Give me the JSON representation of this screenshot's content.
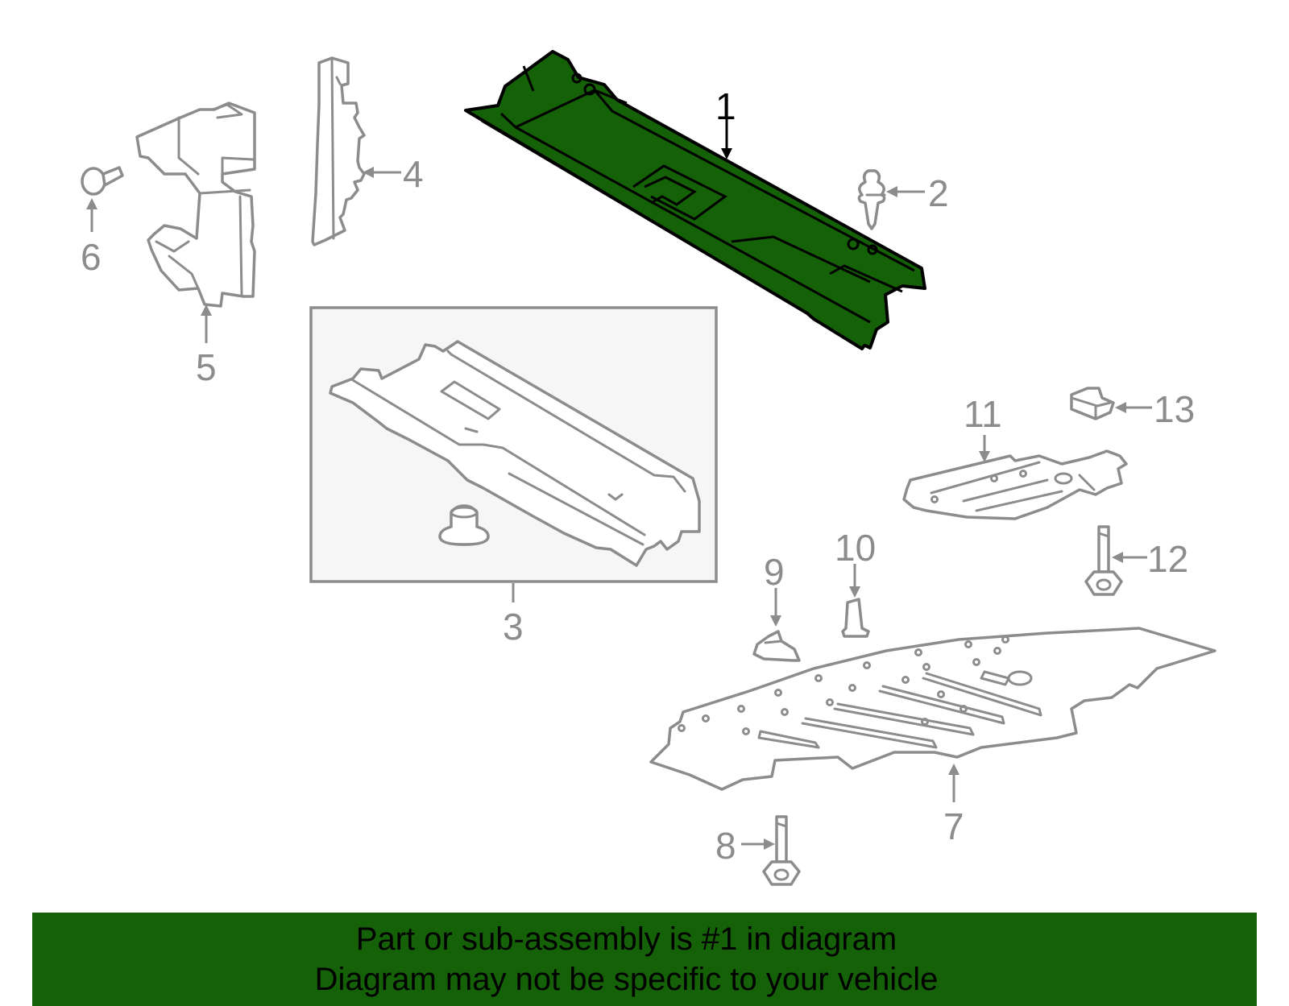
{
  "callouts": {
    "c1": "1",
    "c2": "2",
    "c3": "3",
    "c4": "4",
    "c5": "5",
    "c6": "6",
    "c7": "7",
    "c8": "8",
    "c9": "9",
    "c10": "10",
    "c11": "11",
    "c12": "12",
    "c13": "13"
  },
  "banner": {
    "line1": "Part or sub-assembly is #1 in diagram",
    "line2": "Diagram may not be specific to your vehicle",
    "background": "#156108"
  },
  "colors": {
    "highlight_fill": "#156108",
    "part_stroke": "#8c8c8c",
    "inset_fill": "#f6f6f6"
  }
}
